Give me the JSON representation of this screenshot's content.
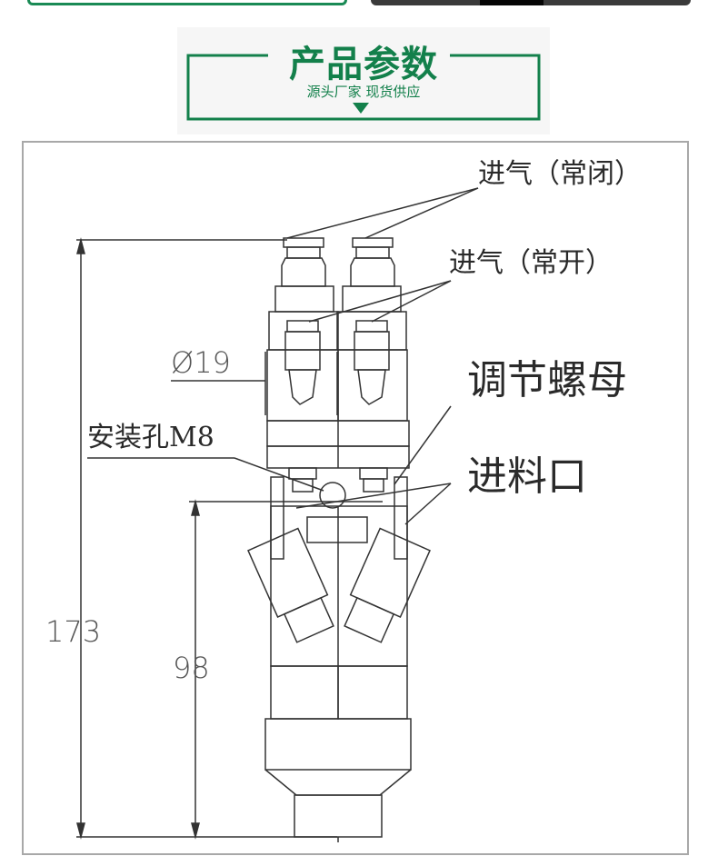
{
  "header": {
    "title": "产品参数",
    "subtitle": "源头厂家 现货供应",
    "accent_color": "#13804b"
  },
  "diagram": {
    "labels": {
      "air_inlet_closed": "进气（常闭）",
      "air_inlet_open": "进气（常开）",
      "adjust_nut": "调节螺母",
      "mount_hole": "安装孔M8",
      "feed_inlet": "进料口"
    },
    "dimensions": {
      "diameter": "Ø19",
      "total_height": "173",
      "partial_height": "98"
    },
    "line_color": "#333333"
  }
}
